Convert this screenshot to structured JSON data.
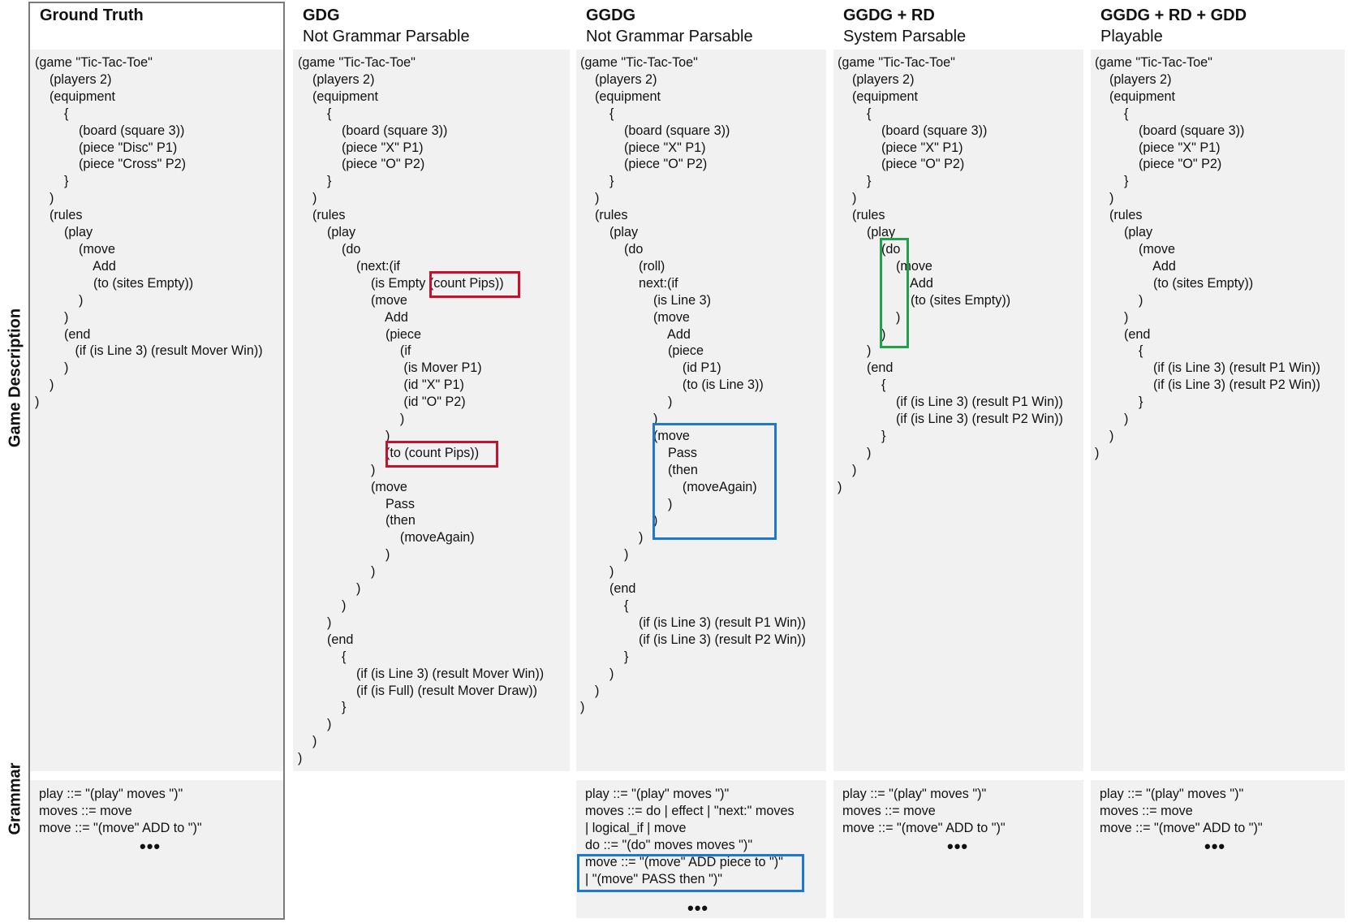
{
  "row_labels": {
    "description": "Game Description",
    "grammar": "Grammar"
  },
  "columns": [
    {
      "title": "Ground Truth",
      "subtitle": "",
      "code": "(game \"Tic-Tac-Toe\"\n    (players 2)\n    (equipment\n        {\n            (board (square 3))\n            (piece \"Disc\" P1)\n            (piece \"Cross\" P2)\n        }\n    )\n    (rules\n        (play\n            (move\n                Add\n                (to (sites Empty))\n            )\n        )\n        (end\n           (if (is Line 3) (result Mover Win))\n        )\n    )\n)",
      "grammar": "play ::= \"(play\" moves \")\"\nmoves ::= move\nmove ::= \"(move\" ADD to \")\"",
      "ellipsis": "•••"
    },
    {
      "title": "GDG",
      "subtitle": "Not Grammar Parsable",
      "code": "(game \"Tic-Tac-Toe\"\n    (players 2)\n    (equipment\n        {\n            (board (square 3))\n            (piece \"X\" P1)\n            (piece \"O\" P2)\n        }\n    )\n    (rules\n        (play\n            (do\n                (next:(if\n                    (is Empty (count Pips))\n                    (move\n                        Add\n                        (piece\n                            (if\n                             (is Mover P1)\n                             (id \"X\" P1)\n                             (id \"O\" P2)\n                            )\n                        )\n                        (to (count Pips))\n                    )\n                    (move\n                        Pass\n                        (then\n                            (moveAgain)\n                        )\n                    )\n                )\n            )\n        )\n        (end\n            {\n                (if (is Line 3) (result Mover Win))\n                (if (is Full) (result Mover Draw))\n            }\n        )\n    )\n)",
      "grammar": "",
      "ellipsis": ""
    },
    {
      "title": "GGDG",
      "subtitle": "Not Grammar Parsable",
      "code": "(game \"Tic-Tac-Toe\"\n    (players 2)\n    (equipment\n        {\n            (board (square 3))\n            (piece \"X\" P1)\n            (piece \"O\" P2)\n        }\n    )\n    (rules\n        (play\n            (do\n                (roll)\n                next:(if\n                    (is Line 3)\n                    (move\n                        Add\n                        (piece\n                            (id P1)\n                            (to (is Line 3))\n                        )\n                    )\n                    (move\n                        Pass\n                        (then\n                            (moveAgain)\n                        )\n                    )\n                )\n            )\n        )\n        (end\n            {\n                (if (is Line 3) (result P1 Win))\n                (if (is Line 3) (result P2 Win))\n            }\n        )\n    )\n)",
      "grammar": "play ::= \"(play\" moves \")\"\nmoves ::= do | effect | \"next:\" moves\n| logical_if | move\ndo ::= \"(do\" moves moves \")\"\nmove ::= \"(move\" ADD piece to \")\"\n| \"(move\" PASS then \")\"",
      "ellipsis": "•••"
    },
    {
      "title": "GGDG + RD",
      "subtitle": "System Parsable",
      "code": "(game \"Tic-Tac-Toe\"\n    (players 2)\n    (equipment\n        {\n            (board (square 3))\n            (piece \"X\" P1)\n            (piece \"O\" P2)\n        }\n    )\n    (rules\n        (play\n            (do\n                (move\n                    Add\n                    (to (sites Empty))\n                )\n            )\n        )\n        (end\n            {\n                (if (is Line 3) (result P1 Win))\n                (if (is Line 3) (result P2 Win))\n            }\n        )\n    )\n)",
      "grammar": "play ::= \"(play\" moves \")\"\nmoves ::= move\nmove ::= \"(move\" ADD to \")\"",
      "ellipsis": "•••"
    },
    {
      "title": "GGDG + RD + GDD",
      "subtitle": "Playable",
      "code": "(game \"Tic-Tac-Toe\"\n    (players 2)\n    (equipment\n        {\n            (board (square 3))\n            (piece \"X\" P1)\n            (piece \"O\" P2)\n        }\n    )\n    (rules\n        (play\n            (move\n                Add\n                (to (sites Empty))\n            )\n        )\n        (end\n            {\n                (if (is Line 3) (result P1 Win))\n                (if (is Line 3) (result P2 Win))\n            }\n        )\n    )\n)",
      "grammar": "play ::= \"(play\" moves \")\"\nmoves ::= move\nmove ::= \"(move\" ADD to \")\"",
      "ellipsis": "•••"
    }
  ],
  "highlight_colors": {
    "red": "#c8102e",
    "blue": "#1f78c8",
    "green": "#22a04b"
  }
}
